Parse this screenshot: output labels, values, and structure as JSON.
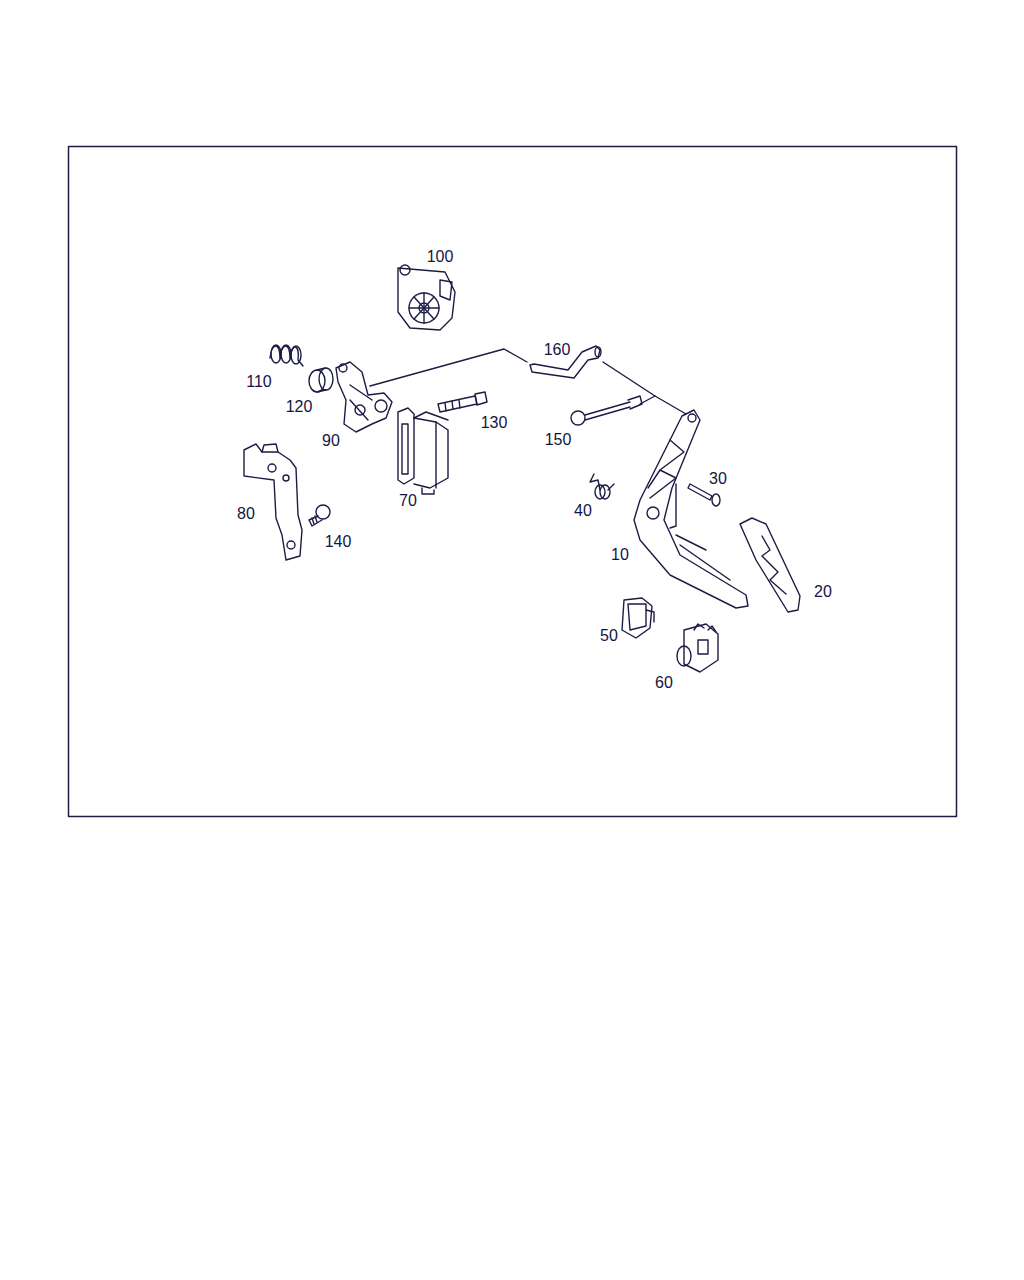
{
  "diagram": {
    "labels": [
      "100",
      "160",
      "110",
      "120",
      "130",
      "150",
      "90",
      "70",
      "30",
      "40",
      "80",
      "140",
      "10",
      "20",
      "50",
      "60"
    ]
  }
}
